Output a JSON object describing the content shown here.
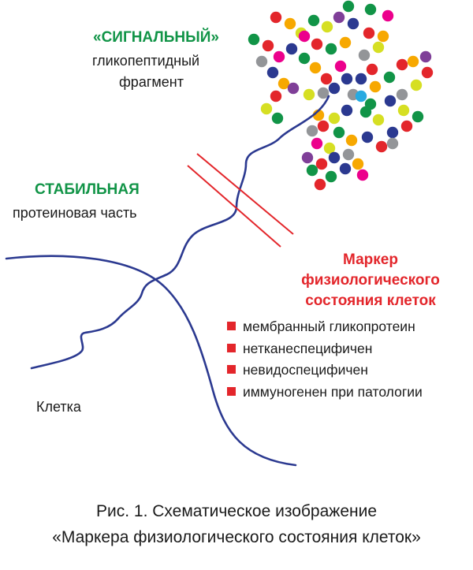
{
  "labels": {
    "signal_title": "«СИГНАЛЬНЫЙ»",
    "signal_line1": "гликопептидный",
    "signal_line2": "фрагмент",
    "stable_title": "СТАБИЛЬНАЯ",
    "stable_sub": "протеиновая часть",
    "cell": "Клетка",
    "marker_line1": "Маркер",
    "marker_line2": "физиологического",
    "marker_line3": "состояния клеток"
  },
  "properties": [
    "мембранный гликопротеин",
    "нетканеспецифичен",
    "невидоспецифичен",
    "иммуногенен при патологии"
  ],
  "caption": {
    "line1": "Рис. 1. Схематическое изображение",
    "line2": "«Маркера физиологического состояния клеток»"
  },
  "colors": {
    "protein_chain": "#2b3990",
    "membrane": "#2b3990",
    "cut_lines": "#e3262b",
    "signal_green": "#119447",
    "marker_red": "#e3262b",
    "bead_palette": [
      "#e3262b",
      "#f7a800",
      "#d6df23",
      "#939598",
      "#2b3990",
      "#119447",
      "#7f3f98",
      "#ec008c",
      "#27aae1"
    ]
  }
}
